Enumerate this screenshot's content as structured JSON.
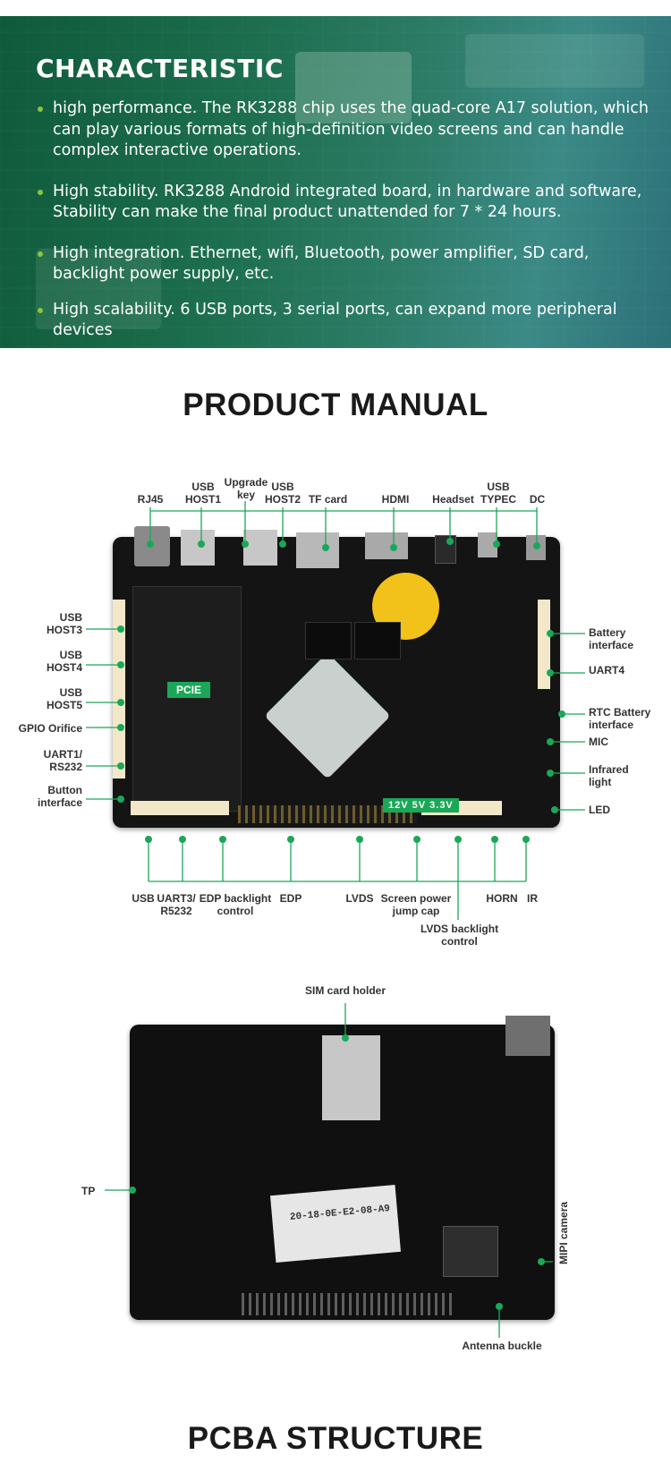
{
  "characteristic": {
    "title": "CHARACTERISTIC",
    "bullets": [
      "high performance. The RK3288 chip uses the quad-core A17 solution, which can play various formats of high-definition video screens and can handle complex interactive operations.",
      "High stability. RK3288 Android integrated board, in hardware and software, Stability can make the final product unattended for 7 * 24 hours.",
      "High integration. Ethernet, wifi, Bluetooth, power amplifier, SD card, backlight power supply, etc.",
      "High scalability. 6 USB ports, 3 serial ports, can expand more peripheral devices"
    ]
  },
  "product_manual": {
    "title": "PRODUCT MANUAL",
    "top_labels": {
      "rj45": "RJ45",
      "usb_host1": "USB HOST1",
      "upgrade_key": "Upgrade key",
      "usb_host2": "USB HOST2",
      "tf_card": "TF card",
      "hdmi": "HDMI",
      "headset": "Headset",
      "usb_typec": "USB TYPEC",
      "dc": "DC"
    },
    "left_labels": {
      "usb_host3": "USB HOST3",
      "usb_host4": "USB HOST4",
      "usb_host5": "USB HOST5",
      "gpio": "GPIO Orifice",
      "uart1": "UART1/ RS232",
      "button": "Button interface"
    },
    "right_labels": {
      "battery": "Battery interface",
      "uart4": "UART4",
      "rtc": "RTC Battery interface",
      "mic": "MIC",
      "infrared": "Infrared light",
      "led": "LED"
    },
    "bottom_labels": {
      "usb": "USB",
      "uart3": "UART3/ R5232",
      "edp_backlight": "EDP backlight control",
      "edp": "EDP",
      "lvds": "LVDS",
      "screen_power": "Screen power jump cap",
      "lvds_backlight": "LVDS backlight control",
      "horn": "HORN",
      "ir": "IR"
    },
    "board_tags": {
      "pcie": "PCIE",
      "voltage": "12V  5V  3.3V"
    }
  },
  "pcba": {
    "labels": {
      "sim": "SIM card holder",
      "tp": "TP",
      "mipi": "MIPI camera",
      "antenna": "Antenna buckle"
    },
    "sticker": "20-18-0E-E2-08-A9",
    "title": "PCBA STRUCTURE"
  },
  "colors": {
    "accent": "#1aa858",
    "bullet": "#8bc53f",
    "hero_bg": "#1c6e4e"
  }
}
